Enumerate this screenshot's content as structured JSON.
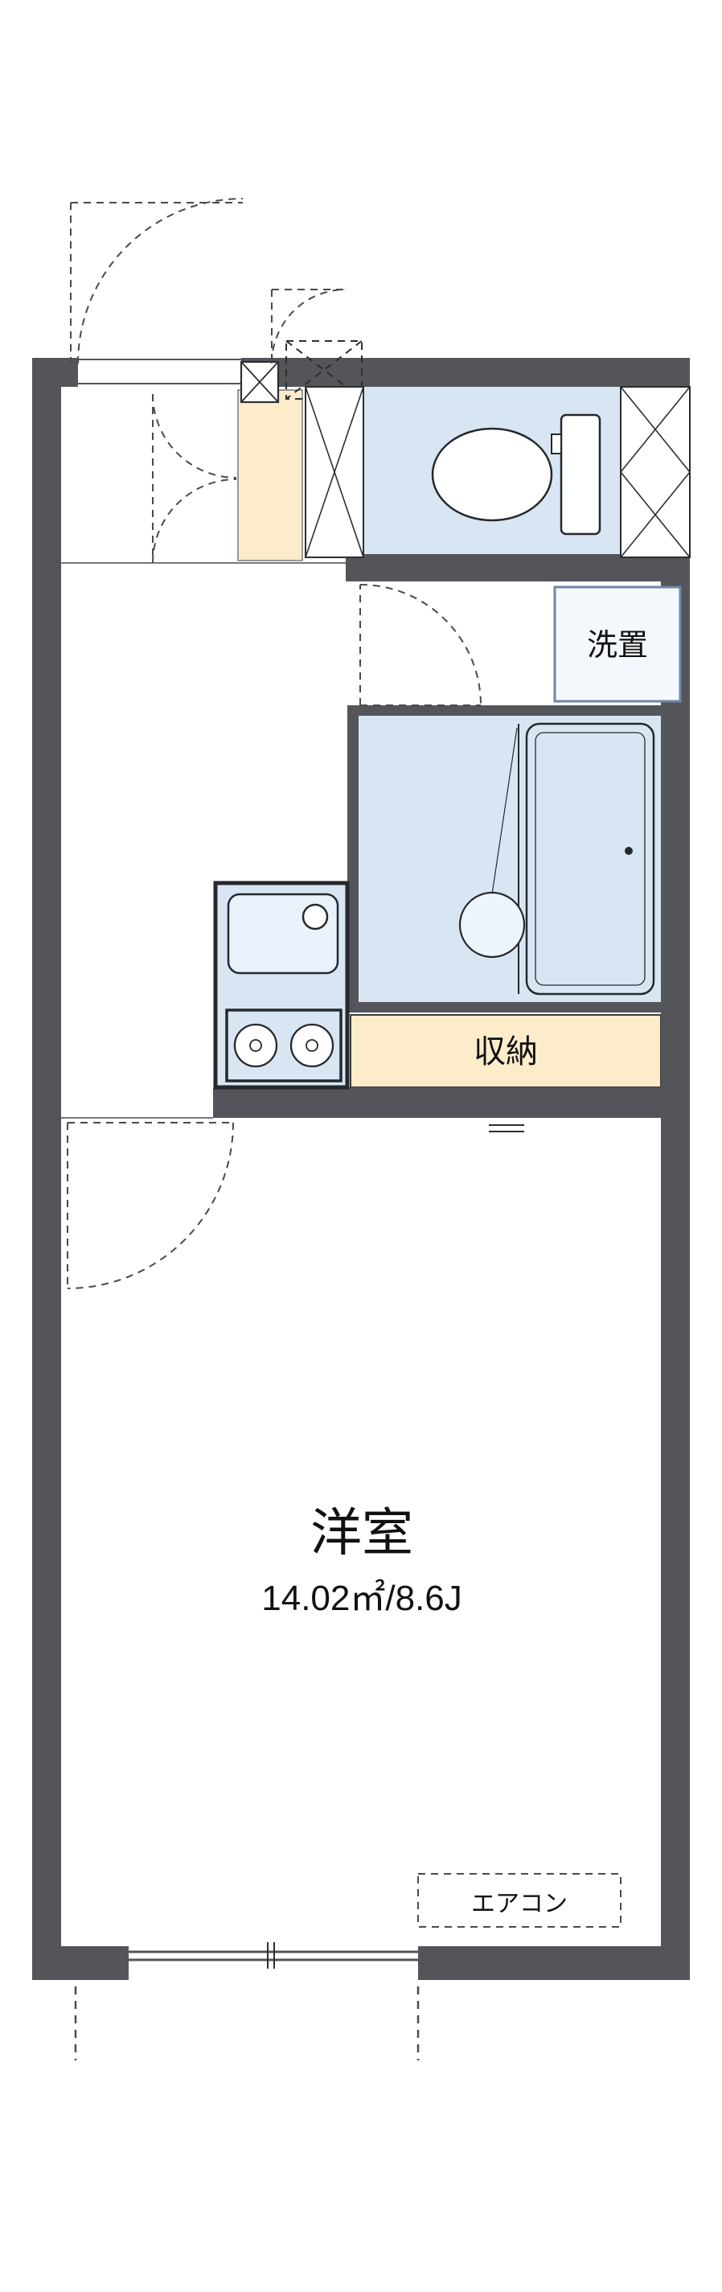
{
  "labels": {
    "laundry": "洗置",
    "storage": "収納",
    "room_name": "洋室",
    "room_area": "14.02㎡/8.6J",
    "aircon": "エアコン"
  },
  "colors": {
    "wall": "#53555a",
    "water_blue": "#d8e6f4",
    "fixture_fill": "#ffffff",
    "fixture_stroke": "#26282b",
    "cream": "#fcecca",
    "laundry_border": "#6f87a6",
    "laundry_fill": "#f4f8fd",
    "dash": "#4a4a4a",
    "line": "#77797c",
    "text": "#111111",
    "bg": "#ffffff"
  }
}
